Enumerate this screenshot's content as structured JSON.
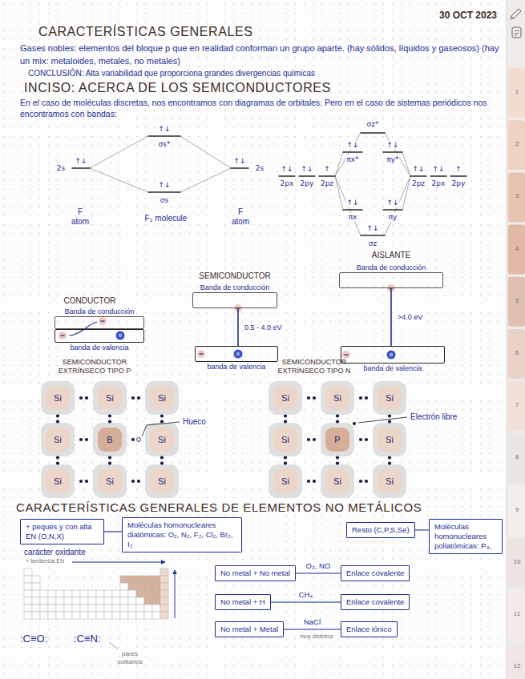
{
  "diagram": {
    "nodes": [
      {
        "text": [
          "Banda de conducción"
        ]
      },
      {
        "text": [
          "banda de valencia"
        ]
      },
      {
        "text": [
          "Banda de conducción"
        ]
      },
      {
        "text": [
          "banda de valencia"
        ]
      },
      {
        "text": [
          "Banda de conducción"
        ]
      },
      {
        "text": [
          "banda de valencia"
        ]
      },
      {
        "text": [
          "Si"
        ]
      },
      {
        "text": [
          "Si"
        ]
      },
      {
        "text": [
          "Si"
        ]
      },
      {
        "text": [
          "Si"
        ]
      },
      {
        "text": [
          "B"
        ]
      },
      {
        "text": [
          "Si"
        ]
      },
      {
        "text": [
          "Si"
        ]
      },
      {
        "text": [
          "Si"
        ]
      },
      {
        "text": [
          "Si"
        ]
      },
      {
        "text": [
          "Si"
        ]
      },
      {
        "text": [
          "Si"
        ]
      },
      {
        "text": [
          "Si"
        ]
      },
      {
        "text": [
          "Si"
        ]
      },
      {
        "text": [
          "P"
        ]
      },
      {
        "text": [
          "Si"
        ]
      },
      {
        "text": [
          "Si"
        ]
      },
      {
        "text": [
          "Si"
        ]
      },
      {
        "text": [
          "Si"
        ]
      },
      {
        "text": [
          "+ peques y con alta EN (O,N,X)"
        ]
      },
      {
        "text": [
          "Moléculas homonucleares diatómicas: O₂, N₂, F₂, Cl₂, Br₂, I₂"
        ]
      },
      {
        "text": [
          "Resto (C,P,S,Se)"
        ]
      },
      {
        "text": [
          "Moléculas homonucleares poliatómicas: P₄,"
        ]
      },
      {
        "text": [
          "No metal + No metal"
        ]
      },
      {
        "text": [
          "Enlace covalente"
        ]
      },
      {
        "text": [
          "No metal + H"
        ]
      },
      {
        "text": [
          "Enlace covalente"
        ]
      },
      {
        "text": [
          "No metal + Metal"
        ]
      },
      {
        "text": [
          "Enlace iónico"
        ]
      }
    ],
    "edges": [
      {
        "from": 3,
        "to": 2,
        "label": "0.5 - 4.0 eV",
        "arrow": "none"
      },
      {
        "from": 5,
        "to": 4,
        "label": ">4.0 eV",
        "arrow": "none"
      },
      {
        "from": 24,
        "to": 25,
        "arrow": "none"
      },
      {
        "from": 26,
        "to": 27,
        "arrow": "none"
      },
      {
        "from": 28,
        "to": 29,
        "label": "O₂, NO",
        "arrow": "none"
      },
      {
        "from": 30,
        "to": 31,
        "label": "CH₄",
        "arrow": "none"
      },
      {
        "from": 32,
        "to": 33,
        "label": "NaCl",
        "arrow": "none"
      }
    ],
    "labels": [
      "30 OCT 2023",
      "CARACTERÍSTICAS GENERALES",
      "Gases nobles: elementos del bloque p que en realidad conforman un grupo aparte. (hay sólidos, líquidos y gaseosos) (hay un mix: metaloides, metales, no metales)",
      "CONCLUSIÓN: Alta variabilidad que proporciona grandes divergencias químicas",
      "INCISO: ACERCA DE LOS SEMICONDUCTORES",
      "En el caso de moléculas discretas, nos encontramos con diagramas de orbitales. Pero en el caso de sistemas periódicos nos encontramos con bandas:",
      "σs*",
      "↑↓",
      "2s",
      "↑↓",
      "↑↓",
      "2s",
      "↑↓",
      "σs",
      "F atom",
      "F₂ molecule",
      "F atom",
      "σz*",
      "↑↓",
      "↑↓",
      "πx*",
      "πy*",
      "↑↓",
      "↑↓",
      "↑",
      "2px",
      "2py",
      "2pz",
      "↑↓",
      "↑↓",
      "↑",
      "2pz",
      "2px",
      "2py",
      "↑↓",
      "↑↓",
      "πx",
      "πy",
      "↑↓",
      "σz",
      "AISLANTE",
      "SEMICONDUCTOR",
      "CONDUCTOR",
      "SEMICONDUCTOR EXTRÍNSECO TIPO P",
      "Hueco",
      "SEMICONDUCTOR EXTRÍNSECO TIPO N",
      "Electrón libre",
      "CARACTERÍSTICAS GENERALES DE ELEMENTOS NO METÁLICOS",
      "carácter oxidante",
      "+ tendencia EN",
      "muy distintos",
      ":C≡O:",
      ":C≡N:",
      "pares solitarios",
      "1",
      "2",
      "3",
      "4",
      "5",
      "6",
      "7",
      "8",
      "9",
      "10",
      "11",
      "12"
    ]
  }
}
